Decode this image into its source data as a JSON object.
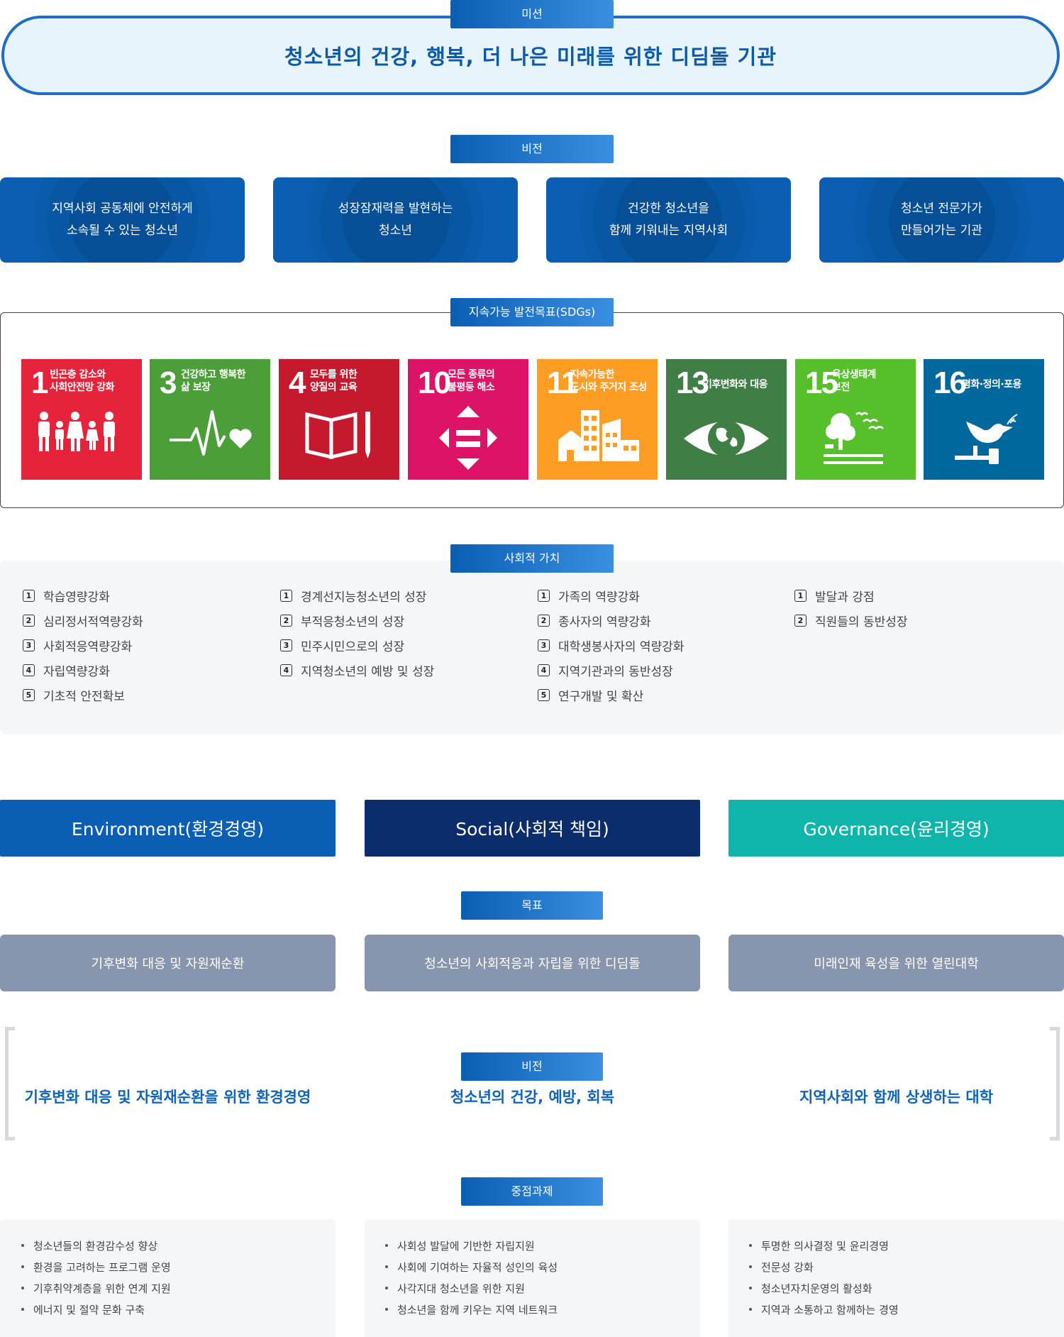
{
  "mission": {
    "tag": "미션",
    "text": "청소년의 건강, 행복, 더 나은 미래를 위한 디딤돌 기관"
  },
  "vision": {
    "tag": "비전",
    "cards": [
      "지역사회 공동체에 안전하게\n소속될 수 있는 청소년",
      "성장잠재력을 발현하는\n청소년",
      "건강한 청소년을\n함께 키워내는 지역사회",
      "청소년 전문가가\n만들어가는 기관"
    ]
  },
  "sdgs": {
    "tag": "지속가능 발전목표(SDGs)",
    "goals": [
      {
        "num": "1",
        "label": "빈곤층 감소와\n사회안전망 강화",
        "color": "#e5243b",
        "icon": "family-icon"
      },
      {
        "num": "3",
        "label": "건강하고 행복한\n삶 보장",
        "color": "#4c9f38",
        "icon": "heartbeat-icon"
      },
      {
        "num": "4",
        "label": "모두를 위한\n양질의 교육",
        "color": "#c5192d",
        "icon": "book-pencil-icon"
      },
      {
        "num": "10",
        "label": "모든 종류의\n불평등 해소",
        "color": "#dd1367",
        "icon": "equality-arrows-icon"
      },
      {
        "num": "11",
        "label": "지속가능한\n도시와 주거지 조성",
        "color": "#fd9d24",
        "icon": "city-buildings-icon"
      },
      {
        "num": "13",
        "label": "기후변화와 대응",
        "color": "#3f7e44",
        "icon": "earth-eye-icon"
      },
      {
        "num": "15",
        "label": "육상생태계\n보전",
        "color": "#56c02b",
        "icon": "tree-birds-icon"
      },
      {
        "num": "16",
        "label": "평화·정의·포용",
        "color": "#00689d",
        "icon": "dove-gavel-icon"
      }
    ]
  },
  "social_value": {
    "tag": "사회적 가치",
    "columns": [
      [
        "학습영량강화",
        "심리정서적역량강화",
        "사회적응역량강화",
        "자립역량강화",
        "기초적 안전확보"
      ],
      [
        "경계선지능청소년의 성장",
        "부적응청소년의 성장",
        "민주시민으로의 성장",
        "지역청소년의 예방 및 성장"
      ],
      [
        "가족의 역량강화",
        "종사자의 역량강화",
        "대학생봉사자의 역량강화",
        "지역기관과의 동반성장",
        "연구개발 및 확산"
      ],
      [
        "발달과 강점",
        "직원들의 동반성장"
      ]
    ]
  },
  "esg": {
    "headers": [
      {
        "label": "Environment(환경경영)",
        "color": "#0a5fb4"
      },
      {
        "label": "Social(사회적 책임)",
        "color": "#0c2d6b"
      },
      {
        "label": "Governance(윤리경영)",
        "color": "#0fb5aa"
      }
    ],
    "goal_tag": "목표",
    "goals": [
      "기후변화 대응 및 자원재순환",
      "청소년의 사회적응과 자립을 위한 디딤돌",
      "미래인재 육성을 위한 열린대학"
    ],
    "vision_tag": "비전",
    "visions": [
      "기후변화 대응 및 자원재순환을 위한 환경경영",
      "청소년의 건강, 예방, 회복",
      "지역사회와 함께 상생하는 대학"
    ],
    "task_tag": "중점과제",
    "tasks": [
      [
        "청소년들의 환경감수성 향상",
        "환경을 고려하는 프로그램 운영",
        "기후취약계층을 위한 연계 지원",
        "에너지 및 절약 문화 구축"
      ],
      [
        "사회성 발달에 기반한 자립지원",
        "사회에 기여하는 자율적 성인의 육성",
        "사각지대 청소년을 위한 지원",
        "청소년을 함께 키우는 지역 네트워크"
      ],
      [
        "투명한 의사결정 및 윤리경영",
        "전문성 강화",
        "청소년자치운영의 활성화",
        "지역과 소통하고 함께하는 경영"
      ]
    ]
  }
}
